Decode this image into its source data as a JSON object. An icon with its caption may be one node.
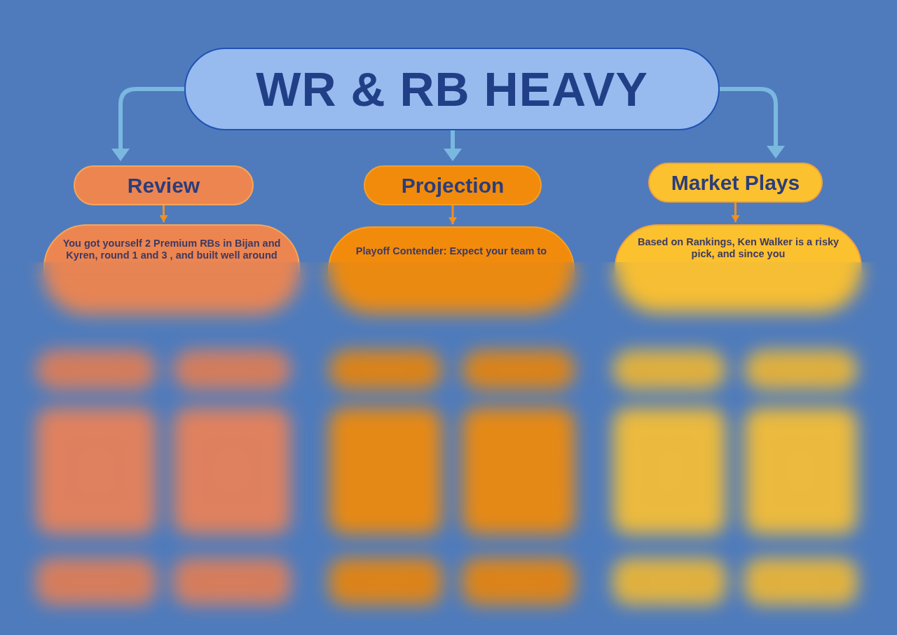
{
  "diagram": {
    "nodes": [
      {
        "text": [
          "WR & RB HEAVY"
        ]
      },
      {
        "text": [
          "Review"
        ]
      },
      {
        "text": [
          "Projection"
        ]
      },
      {
        "text": [
          "Market Plays"
        ]
      },
      {
        "text": [
          "You got yourself 2 Premium RBs in Bijan and Kyren, round 1 and 3 , and built well around"
        ]
      },
      {
        "text": [
          "Playoff Contender: Expect your team to"
        ]
      },
      {
        "text": [
          "Based on Rankings, Ken Walker is a risky pick, and since you"
        ]
      },
      {
        "text": [],
        "shape": "box"
      },
      {
        "text": [],
        "shape": "box"
      },
      {
        "text": [],
        "shape": "box"
      },
      {
        "text": [],
        "shape": "box"
      },
      {
        "text": [],
        "shape": "box"
      },
      {
        "text": [],
        "shape": "box"
      },
      {
        "text": [],
        "shape": "box"
      },
      {
        "text": [],
        "shape": "box"
      },
      {
        "text": [],
        "shape": "box"
      },
      {
        "text": [],
        "shape": "box"
      },
      {
        "text": [],
        "shape": "box"
      },
      {
        "text": [],
        "shape": "box"
      },
      {
        "text": [],
        "shape": "box"
      },
      {
        "text": [],
        "shape": "box"
      },
      {
        "text": [],
        "shape": "box"
      },
      {
        "text": [],
        "shape": "box"
      },
      {
        "text": [],
        "shape": "box"
      },
      {
        "text": [],
        "shape": "box"
      }
    ],
    "edges": [
      {
        "from": 0,
        "to": 1,
        "arrow": "to",
        "style": "thick",
        "color": "#7ab8e0"
      },
      {
        "from": 0,
        "to": 2,
        "arrow": "to",
        "style": "thick",
        "color": "#7ab8e0"
      },
      {
        "from": 0,
        "to": 3,
        "arrow": "to",
        "style": "thick",
        "color": "#7ab8e0"
      },
      {
        "from": 1,
        "to": 4,
        "arrow": "to",
        "color": "#f0901e"
      },
      {
        "from": 2,
        "to": 5,
        "arrow": "to",
        "color": "#f0901e"
      },
      {
        "from": 3,
        "to": 6,
        "arrow": "to",
        "color": "#f0901e"
      }
    ]
  }
}
